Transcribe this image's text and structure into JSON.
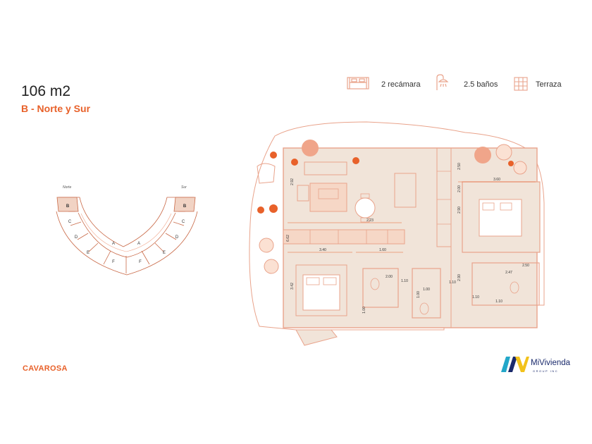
{
  "header": {
    "title": "106 m2",
    "subtitle": "B - Norte y Sur"
  },
  "features": [
    {
      "icon": "bed-icon",
      "label": "2 recámara"
    },
    {
      "icon": "shower-icon",
      "label": "2.5 baños"
    },
    {
      "icon": "terrace-grid-icon",
      "label": "Terraza"
    }
  ],
  "key_plan": {
    "left_label": "Norte",
    "right_label": "Sur",
    "units_left": [
      "B",
      "C",
      "D",
      "E",
      "F",
      "A"
    ],
    "units_right": [
      "B",
      "C",
      "D",
      "E",
      "F",
      "A"
    ]
  },
  "dimensions": [
    "2.92",
    "6.62",
    "2.23",
    "3.40",
    "1.60",
    "3.42",
    "2.00",
    "1.00",
    "1.00",
    "1.10",
    "1.00",
    "2.00",
    "1.10",
    "2.50",
    "3.60",
    "2.90",
    "2.90",
    "2.50",
    "1.10",
    "2.47",
    "1.10"
  ],
  "footer": {
    "brand": "CAVAROSA",
    "logo_name": "MiVivienda",
    "logo_sub": "GROUP INC"
  },
  "colors": {
    "accent": "#e8612a",
    "plan_line": "#e9a38b",
    "floor_fill": "#f1e4d9",
    "text_dark": "#222222",
    "logo_blue": "#1a2a6c",
    "logo_yellow": "#f2c21b",
    "logo_teal": "#23a7c9"
  }
}
